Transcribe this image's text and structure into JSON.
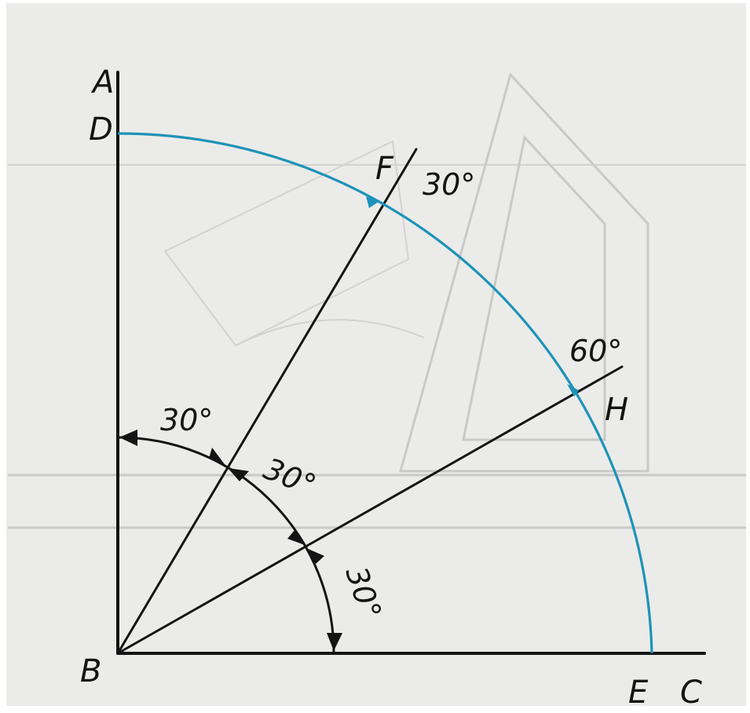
{
  "points": {
    "A": "A",
    "D": "D",
    "F": "F",
    "H": "H",
    "B": "B",
    "E": "E",
    "C": "C"
  },
  "angles": {
    "top_f": "30°",
    "h": "60°",
    "arc_1": "30°",
    "arc_2": "30°",
    "arc_3": "30°"
  },
  "colors": {
    "ink": "#141414",
    "arc": "#1d93b8",
    "paper": "#ebebea"
  }
}
